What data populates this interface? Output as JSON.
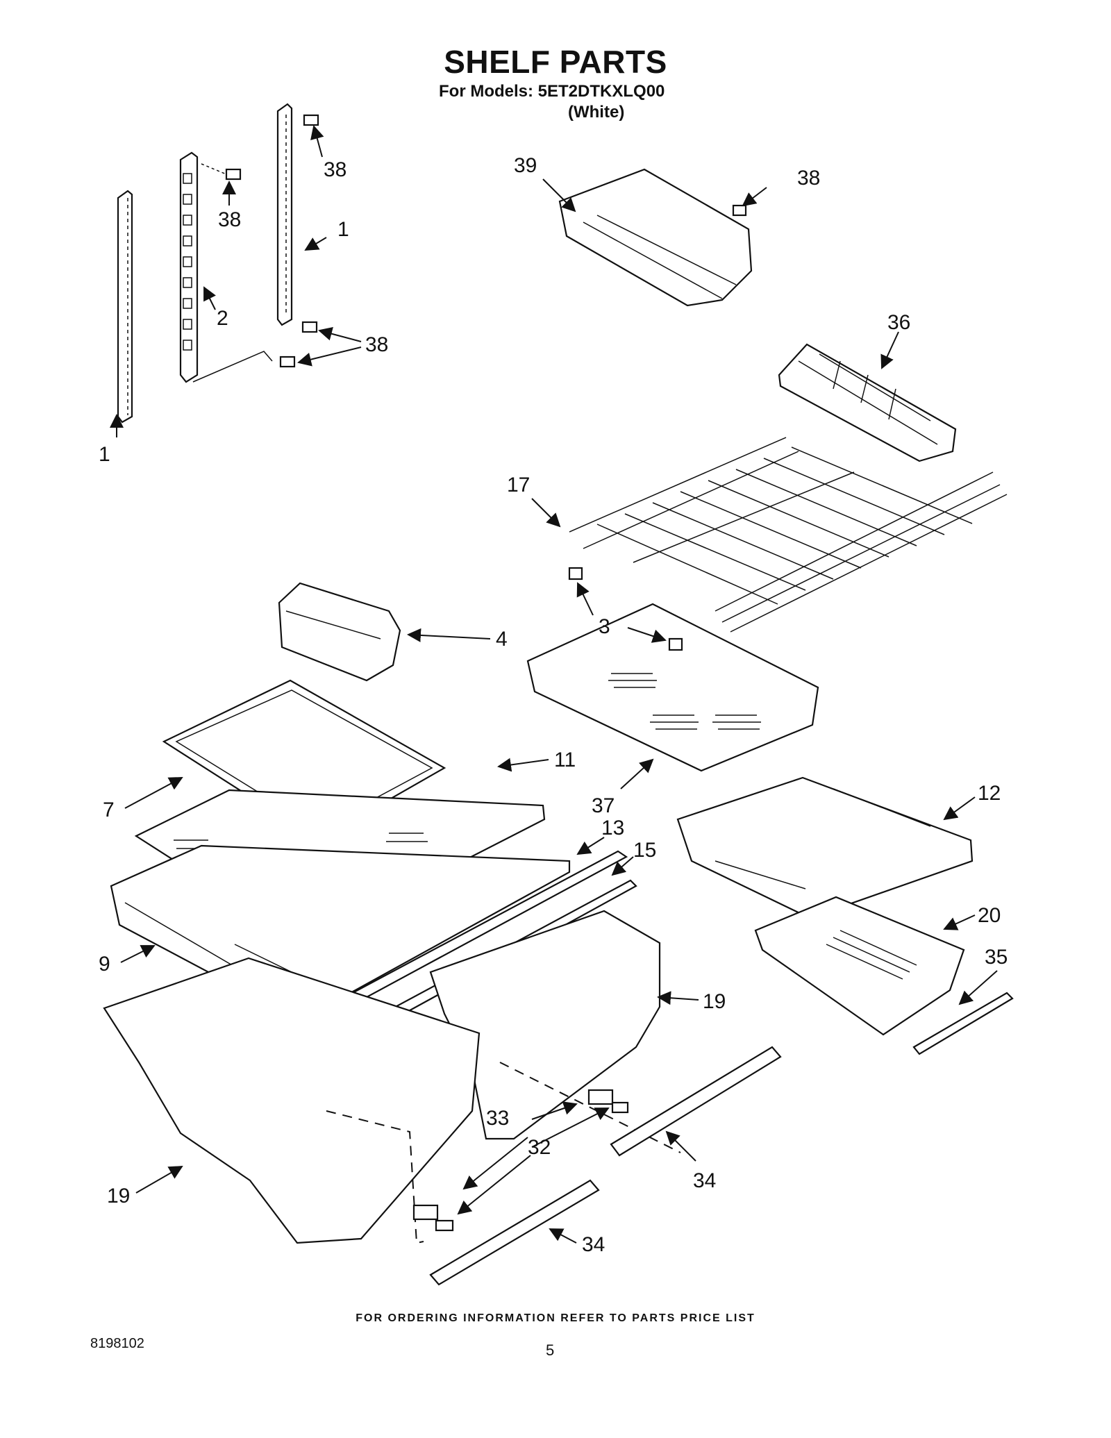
{
  "header": {
    "title": "SHELF PARTS",
    "models_line": "For Models: 5ET2DTKXLQ00",
    "variant": "(White)"
  },
  "callouts": {
    "c1_top": "1",
    "c1_bottom": "1",
    "c2": "2",
    "c3": "3",
    "c4": "4",
    "c7": "7",
    "c9": "9",
    "c11": "11",
    "c12": "12",
    "c13": "13",
    "c15": "15",
    "c17": "17",
    "c19_right": "19",
    "c19_left": "19",
    "c20": "20",
    "c32": "32",
    "c33": "33",
    "c34_right": "34",
    "c34_bottom": "34",
    "c35": "35",
    "c36": "36",
    "c37": "37",
    "c38_a": "38",
    "c38_b": "38",
    "c38_c": "38",
    "c38_d": "38",
    "c39": "39"
  },
  "footer": {
    "ordering_note": "FOR ORDERING INFORMATION REFER TO PARTS PRICE LIST",
    "doc_number": "8198102",
    "page_number": "5"
  }
}
